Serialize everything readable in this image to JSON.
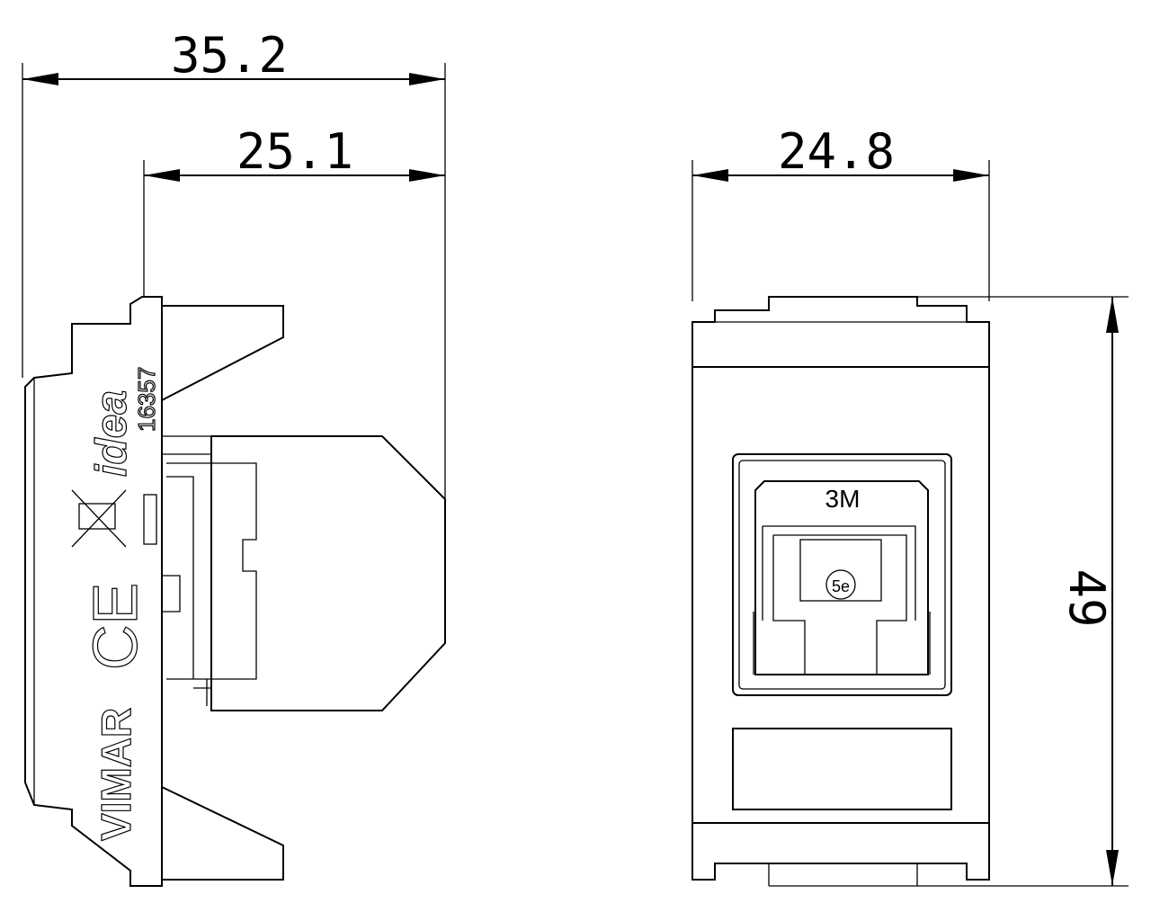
{
  "dimensions": {
    "side_overall_depth": "35.2",
    "side_body_depth": "25.1",
    "front_width": "24.8",
    "front_height": "49"
  },
  "side_view_markings": {
    "brand_series": "idea",
    "article_number": "16357",
    "manufacturer": "VIMAR",
    "conformity_mark": "CE"
  },
  "front_view_markings": {
    "jack_maker": "3M",
    "category": "5e"
  }
}
